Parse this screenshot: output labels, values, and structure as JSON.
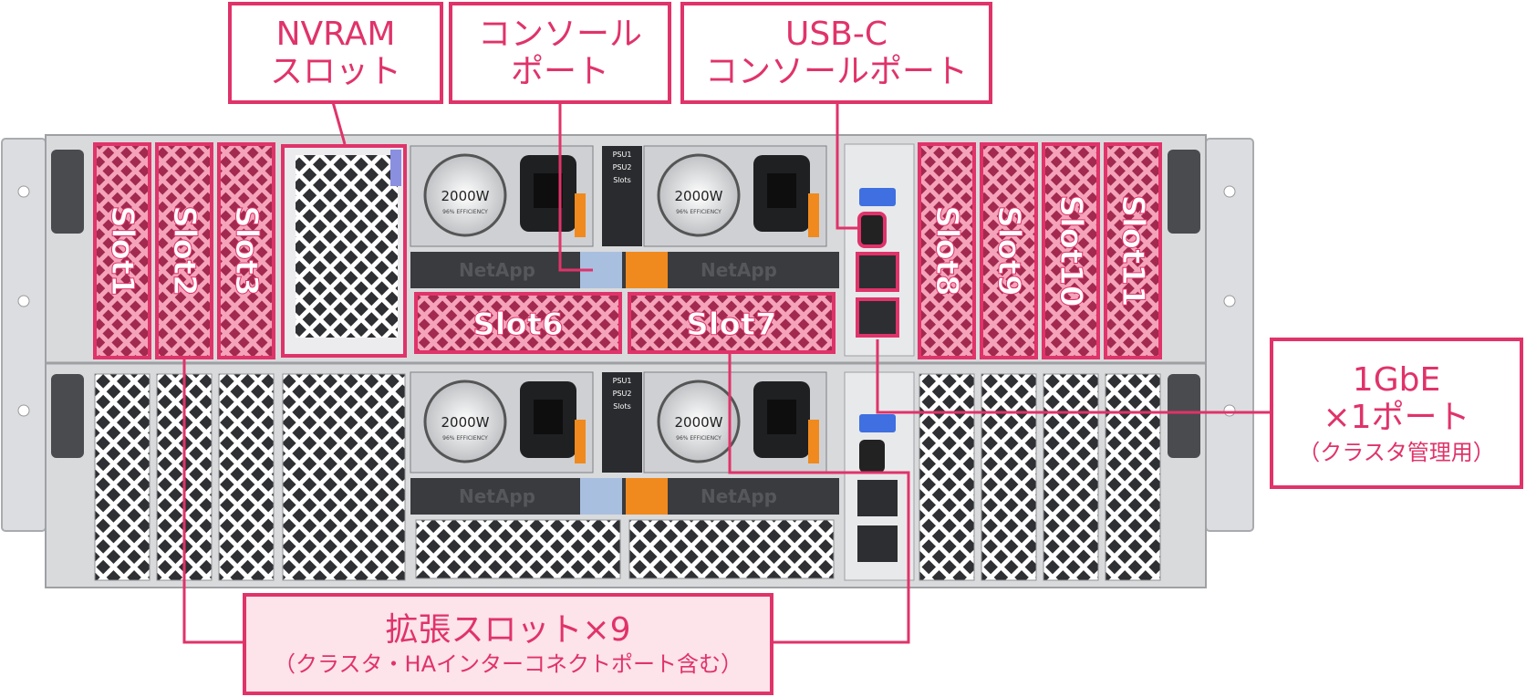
{
  "callouts": {
    "nvram": {
      "line1": "NVRAM",
      "line2": "スロット"
    },
    "console": {
      "line1": "コンソール",
      "line2": "ポート"
    },
    "usbc": {
      "line1": "USB-C",
      "line2": "コンソールポート"
    },
    "gbe": {
      "line1": "1GbE",
      "line2": "×1ポート",
      "line3": "（クラスタ管理用）"
    },
    "expansion": {
      "line1": "拡張スロット×9",
      "line2": "（クラスタ・HAインターコネクトポート含む）"
    }
  },
  "slots": {
    "slot1": "Slot1",
    "slot2": "Slot2",
    "slot3": "Slot3",
    "slot6": "Slot6",
    "slot7": "Slot7",
    "slot8": "Slot8",
    "slot9": "Slot9",
    "slot10": "Slot10",
    "slot11": "Slot11"
  },
  "psu": {
    "rating": "2000W",
    "efficiency": "96% EFFICIENCY",
    "psu1": "PSU1",
    "psu2": "PSU2",
    "slots_label": "Slots"
  },
  "brand": "NetApp",
  "colors": {
    "accent": "#e0336a",
    "highlight_fill": "#f28aa8",
    "chassis": "#d9dadc",
    "dark": "#3a3b3e",
    "orange": "#f08a1e",
    "blue": "#a9bfe0"
  }
}
